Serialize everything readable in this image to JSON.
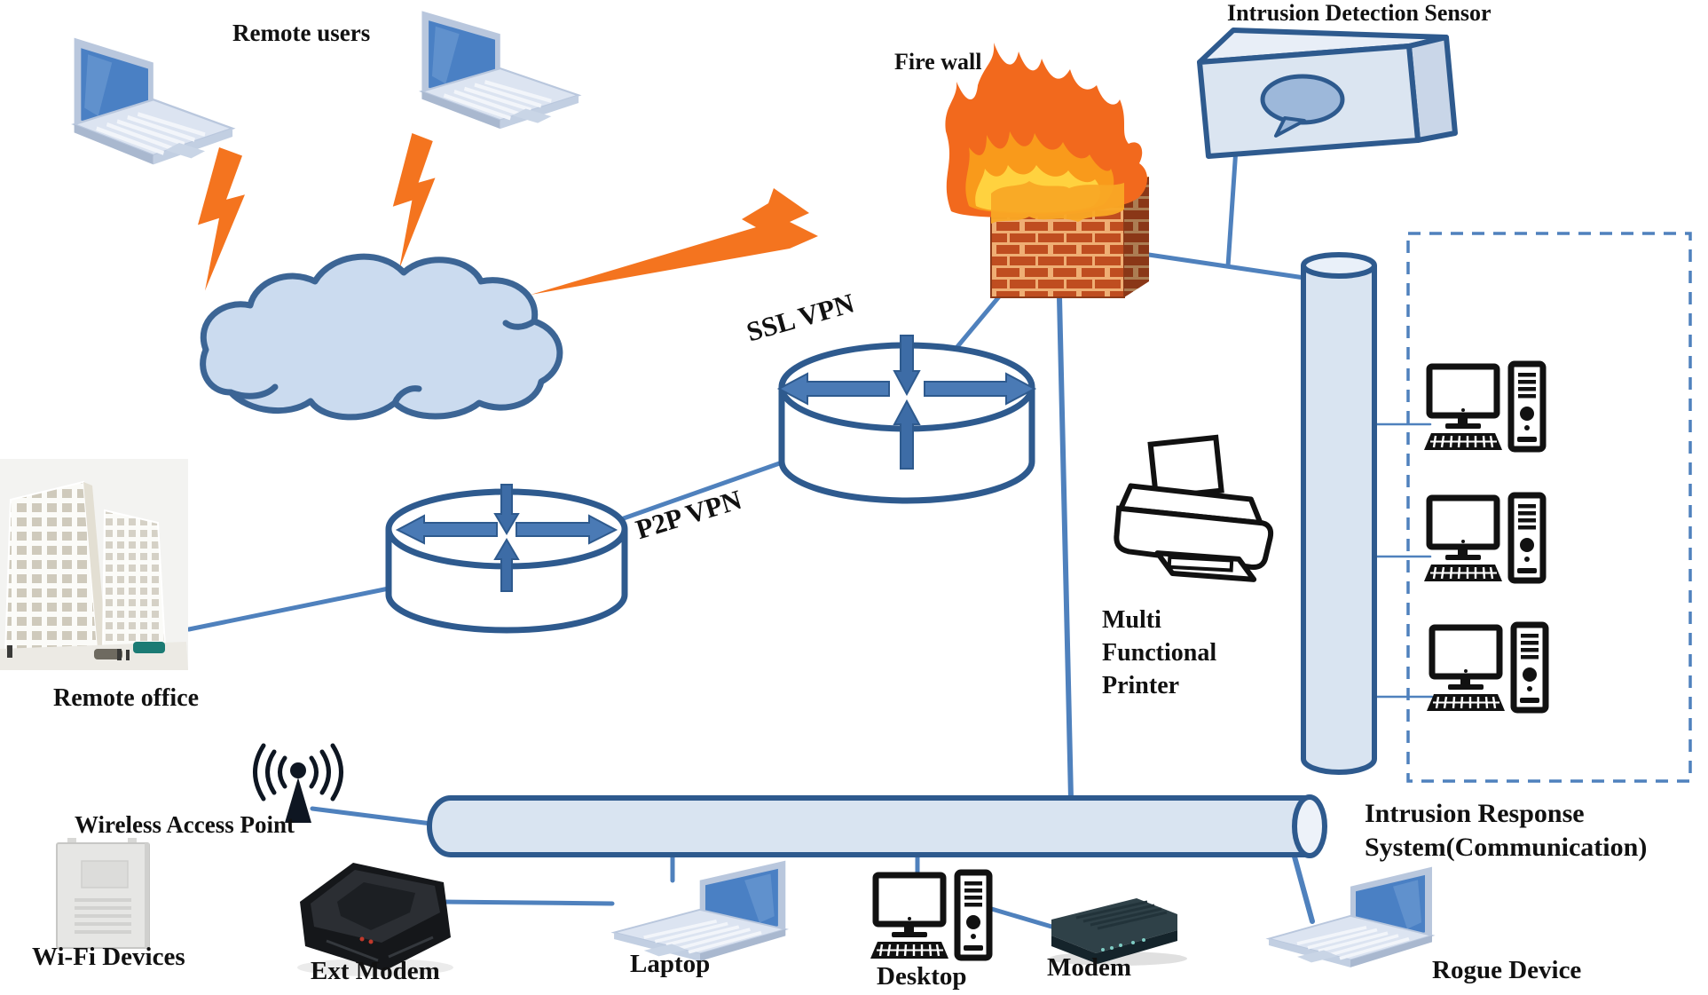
{
  "diagram": {
    "title_context": "Network intrusion detection / response topology",
    "labels": {
      "remote_users": "Remote users",
      "fire_wall": "Fire wall",
      "intrusion_detection_sensor": "Intrusion Detection Sensor",
      "ssl_vpn": "SSL VPN",
      "p2p_vpn": "P2P VPN",
      "remote_office": "Remote office",
      "multi_functional_printer": "Multi Functional Printer",
      "wireless_access_point": "Wireless Access Point",
      "wifi_devices": "Wi-Fi Devices",
      "ext_modem": "Ext Modem",
      "laptop": "Laptop",
      "desktop": "Desktop",
      "modem": "Modem",
      "rogue_device": "Rogue Device",
      "intrusion_response_system": "Intrusion Response System(Communication)"
    },
    "colors": {
      "connector_blue": "#4f81bd",
      "outline_dark_blue": "#2e5a8e",
      "shape_fill_light": "#d9e4f1",
      "cloud_fill": "#cbdbef",
      "lightning_orange": "#f4741f",
      "brick_red": "#bf4d20",
      "flame_outer": "#f2691d",
      "flame_mid": "#f99a1b",
      "flame_inner": "#ffd23f",
      "icon_black": "#111111",
      "text_color": "#111111"
    }
  }
}
